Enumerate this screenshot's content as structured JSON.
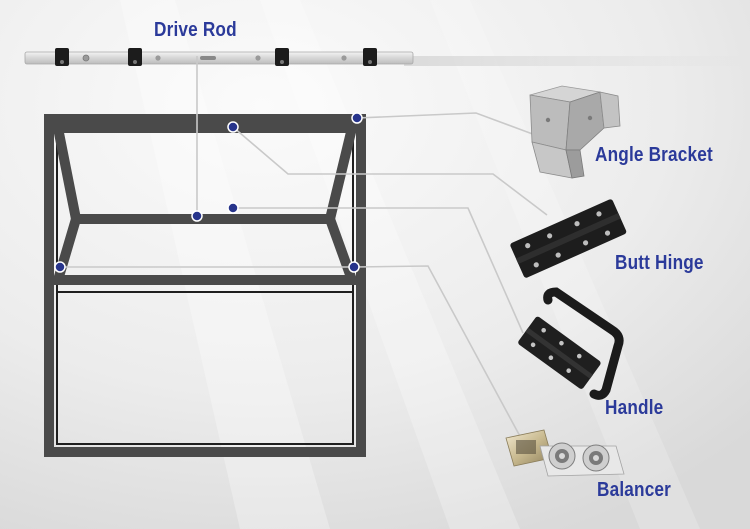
{
  "labels": {
    "drive_rod": "Drive Rod",
    "angle_bracket": "Angle Bracket",
    "butt_hinge": "Butt Hinge",
    "handle": "Handle",
    "balancer": "Balancer"
  },
  "colors": {
    "label": "#2b3a9a",
    "frame": "#4a4a4a",
    "marker": "#27348b",
    "leader": "#c9c9c9",
    "background": "#ececec"
  }
}
